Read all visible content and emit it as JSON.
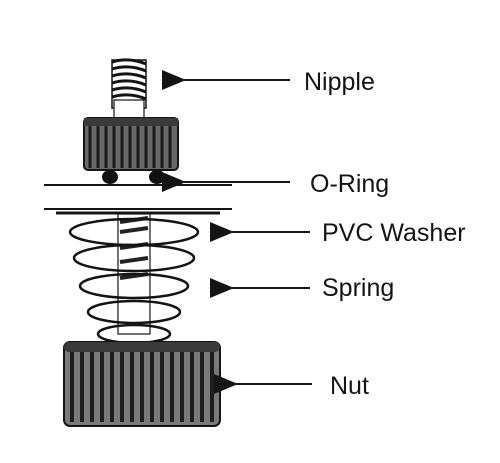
{
  "labels": {
    "nipple": "Nipple",
    "o_ring": "O-Ring",
    "pvc_washer": "PVC Washer",
    "spring": "Spring",
    "nut": "Nut"
  },
  "colors": {
    "ink": "#141414",
    "knurl_dark": "#2a2a2a",
    "knurl_light": "#8a8a8a",
    "background": "#ffffff"
  }
}
